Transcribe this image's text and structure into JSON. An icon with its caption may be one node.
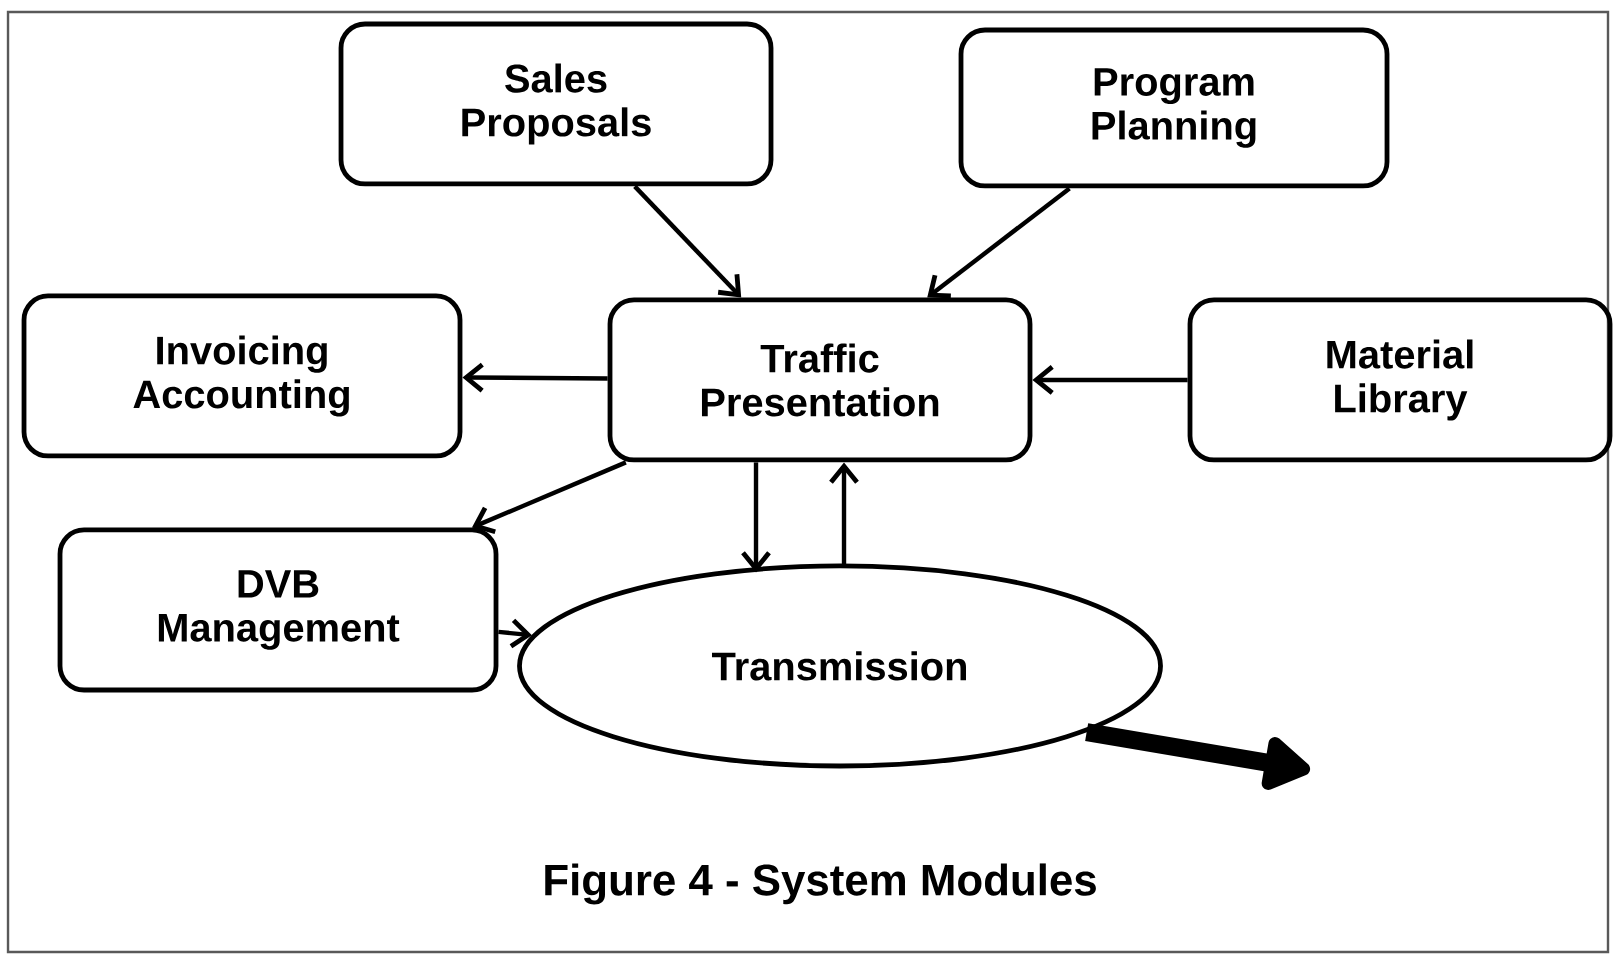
{
  "diagram": {
    "caption": "Figure 4 - System Modules",
    "nodes": [
      {
        "text": [
          "Sales Proposals"
        ]
      },
      {
        "text": [
          "Program Planning"
        ]
      },
      {
        "text": [
          "Invoicing Accounting"
        ]
      },
      {
        "text": [
          "Traffic Presentation"
        ]
      },
      {
        "text": [
          "Material Library"
        ]
      },
      {
        "text": [
          "DVB Management"
        ]
      },
      {
        "text": [
          "Transmission"
        ]
      }
    ],
    "edges": [
      {
        "from": 0,
        "to": 3,
        "arrow": "to"
      },
      {
        "from": 1,
        "to": 3,
        "arrow": "to"
      },
      {
        "from": 3,
        "to": 2,
        "arrow": "to"
      },
      {
        "from": 4,
        "to": 3,
        "arrow": "to"
      },
      {
        "from": 3,
        "to": 5,
        "arrow": "to"
      },
      {
        "from": 3,
        "to": 6,
        "arrow": "to"
      },
      {
        "from": 6,
        "to": 3,
        "arrow": "to"
      },
      {
        "from": 5,
        "to": 6,
        "arrow": "to"
      },
      {
        "from": 6,
        "to": null,
        "arrow": "to",
        "style": "thick"
      }
    ]
  }
}
